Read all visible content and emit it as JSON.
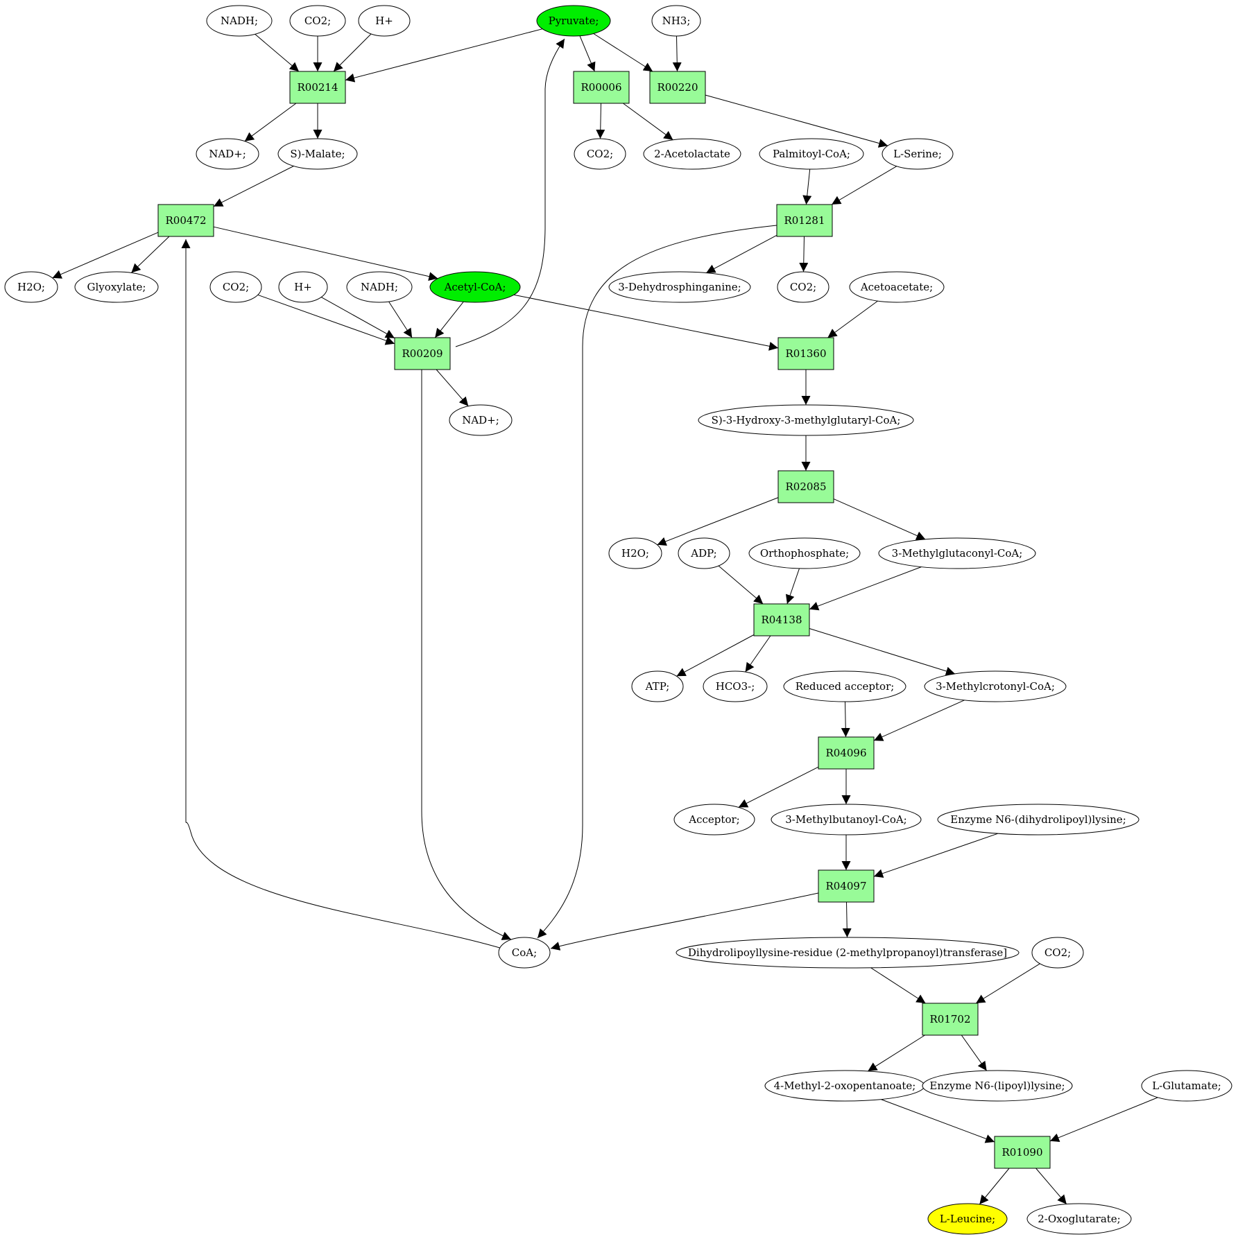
{
  "colors": {
    "reaction_fill": "#98fb98",
    "compound_fill": "#ffffff",
    "highlight_fill": "#00ee00",
    "target_fill": "#ffff00",
    "stroke": "#000000"
  },
  "nodes": [
    {
      "id": "nadh1",
      "kind": "compound",
      "label": "NADH;"
    },
    {
      "id": "co2a",
      "kind": "compound",
      "label": "CO2;"
    },
    {
      "id": "hp1",
      "kind": "compound",
      "label": "H+"
    },
    {
      "id": "pyruvate",
      "kind": "compound",
      "label": "Pyruvate;",
      "highlight": "source"
    },
    {
      "id": "nh3",
      "kind": "compound",
      "label": "NH3;"
    },
    {
      "id": "R00214",
      "kind": "reaction",
      "label": "R00214"
    },
    {
      "id": "R00006",
      "kind": "reaction",
      "label": "R00006"
    },
    {
      "id": "R00220",
      "kind": "reaction",
      "label": "R00220"
    },
    {
      "id": "nadp1",
      "kind": "compound",
      "label": "NAD+;"
    },
    {
      "id": "smalate",
      "kind": "compound",
      "label": "S)-Malate;"
    },
    {
      "id": "co2b",
      "kind": "compound",
      "label": "CO2;"
    },
    {
      "id": "acetolactate",
      "kind": "compound",
      "label": "2-Acetolactate"
    },
    {
      "id": "palmitoyl",
      "kind": "compound",
      "label": "Palmitoyl-CoA;"
    },
    {
      "id": "lserine",
      "kind": "compound",
      "label": "L-Serine;"
    },
    {
      "id": "R00472",
      "kind": "reaction",
      "label": "R00472"
    },
    {
      "id": "R01281",
      "kind": "reaction",
      "label": "R01281"
    },
    {
      "id": "h2o1",
      "kind": "compound",
      "label": "H2O;"
    },
    {
      "id": "glyoxylate",
      "kind": "compound",
      "label": "Glyoxylate;"
    },
    {
      "id": "co2c",
      "kind": "compound",
      "label": "CO2;"
    },
    {
      "id": "hp2",
      "kind": "compound",
      "label": "H+"
    },
    {
      "id": "nadh2",
      "kind": "compound",
      "label": "NADH;"
    },
    {
      "id": "acetylcoa",
      "kind": "compound",
      "label": "Acetyl-CoA;",
      "highlight": "source"
    },
    {
      "id": "dehydrosph",
      "kind": "compound",
      "label": "3-Dehydrosphinganine;"
    },
    {
      "id": "co2d",
      "kind": "compound",
      "label": "CO2;"
    },
    {
      "id": "acetoacetate",
      "kind": "compound",
      "label": "Acetoacetate;"
    },
    {
      "id": "R00209",
      "kind": "reaction",
      "label": "R00209"
    },
    {
      "id": "R01360",
      "kind": "reaction",
      "label": "R01360"
    },
    {
      "id": "nadp2",
      "kind": "compound",
      "label": "NAD+;"
    },
    {
      "id": "hmgcoa",
      "kind": "compound",
      "label": "S)-3-Hydroxy-3-methylglutaryl-CoA;"
    },
    {
      "id": "R02085",
      "kind": "reaction",
      "label": "R02085"
    },
    {
      "id": "h2o2",
      "kind": "compound",
      "label": "H2O;"
    },
    {
      "id": "adp",
      "kind": "compound",
      "label": "ADP;"
    },
    {
      "id": "orthophosphate",
      "kind": "compound",
      "label": "Orthophosphate;"
    },
    {
      "id": "methylglutaconyl",
      "kind": "compound",
      "label": "3-Methylglutaconyl-CoA;"
    },
    {
      "id": "R04138",
      "kind": "reaction",
      "label": "R04138"
    },
    {
      "id": "atp",
      "kind": "compound",
      "label": "ATP;"
    },
    {
      "id": "hco3",
      "kind": "compound",
      "label": "HCO3-;"
    },
    {
      "id": "reducedacceptor",
      "kind": "compound",
      "label": "Reduced acceptor;"
    },
    {
      "id": "methylcrotonyl",
      "kind": "compound",
      "label": "3-Methylcrotonyl-CoA;"
    },
    {
      "id": "R04096",
      "kind": "reaction",
      "label": "R04096"
    },
    {
      "id": "acceptor",
      "kind": "compound",
      "label": "Acceptor;"
    },
    {
      "id": "methylbutanoyl",
      "kind": "compound",
      "label": "3-Methylbutanoyl-CoA;"
    },
    {
      "id": "enzymedihydro",
      "kind": "compound",
      "label": "Enzyme N6-(dihydrolipoyl)lysine;"
    },
    {
      "id": "R04097",
      "kind": "reaction",
      "label": "R04097"
    },
    {
      "id": "coa",
      "kind": "compound",
      "label": "CoA;"
    },
    {
      "id": "dihydrolipoyllysine",
      "kind": "compound",
      "label": "Dihydrolipoyllysine-residue (2-methylpropanoyl)transferase]"
    },
    {
      "id": "co2e",
      "kind": "compound",
      "label": "CO2;"
    },
    {
      "id": "R01702",
      "kind": "reaction",
      "label": "R01702"
    },
    {
      "id": "oxopentanoate",
      "kind": "compound",
      "label": "4-Methyl-2-oxopentanoate;"
    },
    {
      "id": "enzymelipoyl",
      "kind": "compound",
      "label": "Enzyme N6-(lipoyl)lysine;"
    },
    {
      "id": "lglutamate",
      "kind": "compound",
      "label": "L-Glutamate;"
    },
    {
      "id": "R01090",
      "kind": "reaction",
      "label": "R01090"
    },
    {
      "id": "lleucine",
      "kind": "compound",
      "label": "L-Leucine;",
      "highlight": "target"
    },
    {
      "id": "oxoglutarate",
      "kind": "compound",
      "label": "2-Oxoglutarate;"
    }
  ],
  "edges": [
    {
      "from": "nadh1",
      "to": "R00214"
    },
    {
      "from": "co2a",
      "to": "R00214"
    },
    {
      "from": "hp1",
      "to": "R00214"
    },
    {
      "from": "pyruvate",
      "to": "R00214"
    },
    {
      "from": "pyruvate",
      "to": "R00006"
    },
    {
      "from": "pyruvate",
      "to": "R00220"
    },
    {
      "from": "nh3",
      "to": "R00220"
    },
    {
      "from": "R00214",
      "to": "nadp1"
    },
    {
      "from": "R00214",
      "to": "smalate"
    },
    {
      "from": "R00006",
      "to": "co2b"
    },
    {
      "from": "R00006",
      "to": "acetolactate"
    },
    {
      "from": "R00220",
      "to": "lserine"
    },
    {
      "from": "smalate",
      "to": "R00472"
    },
    {
      "from": "palmitoyl",
      "to": "R01281"
    },
    {
      "from": "lserine",
      "to": "R01281"
    },
    {
      "from": "R00472",
      "to": "h2o1"
    },
    {
      "from": "R00472",
      "to": "glyoxylate"
    },
    {
      "from": "R00472",
      "to": "acetylcoa"
    },
    {
      "from": "R01281",
      "to": "dehydrosph"
    },
    {
      "from": "R01281",
      "to": "co2d"
    },
    {
      "from": "R01281",
      "to": "coa"
    },
    {
      "from": "co2c",
      "to": "R00209"
    },
    {
      "from": "hp2",
      "to": "R00209"
    },
    {
      "from": "nadh2",
      "to": "R00209"
    },
    {
      "from": "acetylcoa",
      "to": "R00209"
    },
    {
      "from": "acetylcoa",
      "to": "R01360"
    },
    {
      "from": "acetoacetate",
      "to": "R01360"
    },
    {
      "from": "R00209",
      "to": "pyruvate"
    },
    {
      "from": "R00209",
      "to": "nadp2"
    },
    {
      "from": "R00209",
      "to": "coa"
    },
    {
      "from": "R01360",
      "to": "hmgcoa"
    },
    {
      "from": "hmgcoa",
      "to": "R02085"
    },
    {
      "from": "R02085",
      "to": "h2o2"
    },
    {
      "from": "R02085",
      "to": "methylglutaconyl"
    },
    {
      "from": "adp",
      "to": "R04138"
    },
    {
      "from": "orthophosphate",
      "to": "R04138"
    },
    {
      "from": "methylglutaconyl",
      "to": "R04138"
    },
    {
      "from": "R04138",
      "to": "atp"
    },
    {
      "from": "R04138",
      "to": "hco3"
    },
    {
      "from": "R04138",
      "to": "methylcrotonyl"
    },
    {
      "from": "reducedacceptor",
      "to": "R04096"
    },
    {
      "from": "methylcrotonyl",
      "to": "R04096"
    },
    {
      "from": "R04096",
      "to": "acceptor"
    },
    {
      "from": "R04096",
      "to": "methylbutanoyl"
    },
    {
      "from": "methylbutanoyl",
      "to": "R04097"
    },
    {
      "from": "enzymedihydro",
      "to": "R04097"
    },
    {
      "from": "R04097",
      "to": "coa"
    },
    {
      "from": "R04097",
      "to": "dihydrolipoyllysine"
    },
    {
      "from": "coa",
      "to": "R00472"
    },
    {
      "from": "dihydrolipoyllysine",
      "to": "R01702"
    },
    {
      "from": "co2e",
      "to": "R01702"
    },
    {
      "from": "R01702",
      "to": "oxopentanoate"
    },
    {
      "from": "R01702",
      "to": "enzymelipoyl"
    },
    {
      "from": "oxopentanoate",
      "to": "R01090"
    },
    {
      "from": "lglutamate",
      "to": "R01090"
    },
    {
      "from": "R01090",
      "to": "lleucine"
    },
    {
      "from": "R01090",
      "to": "oxoglutarate"
    }
  ]
}
